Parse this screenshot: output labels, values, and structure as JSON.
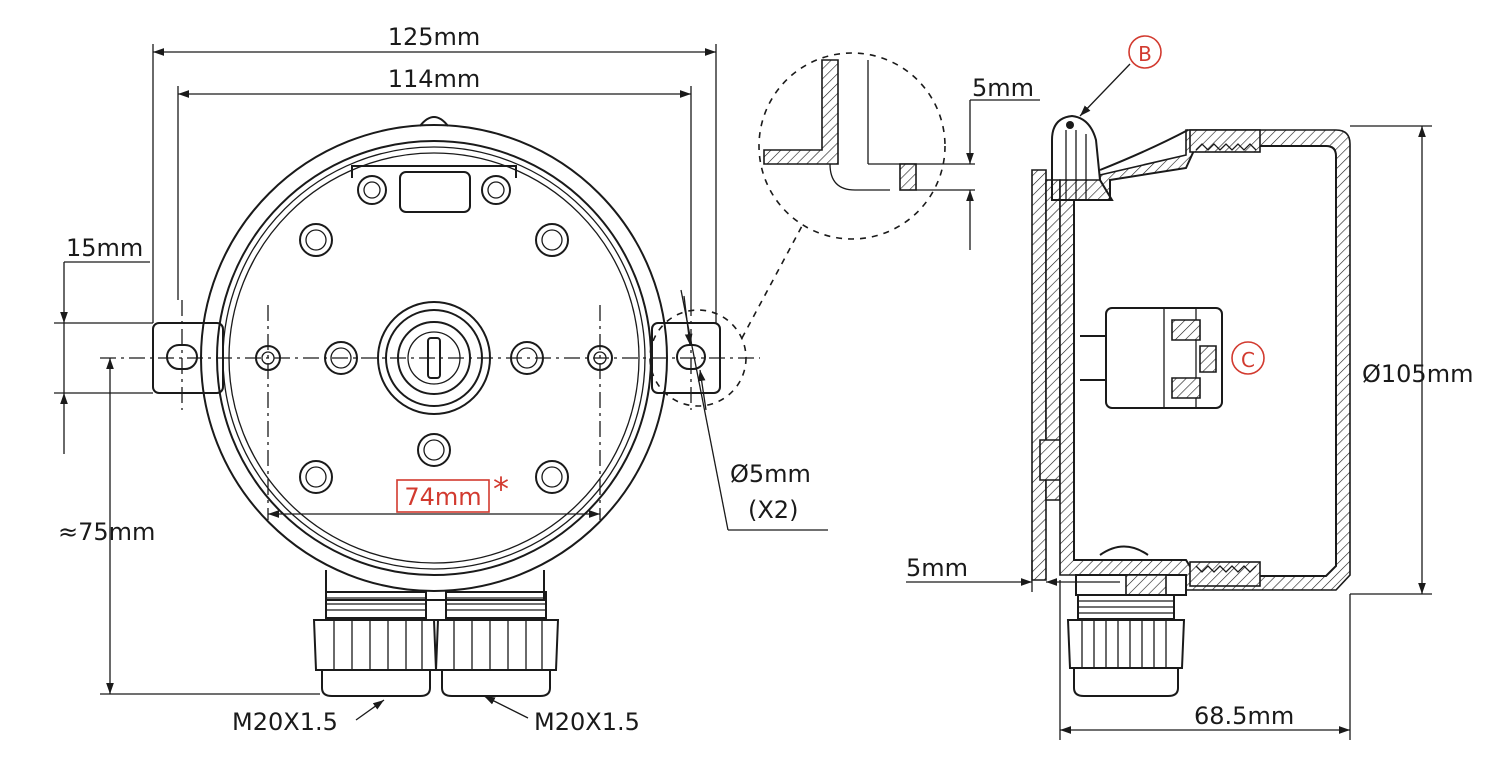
{
  "dimensions": {
    "overall_width": "125mm",
    "hole_spacing": "114mm",
    "tab_height": "15mm",
    "height_approx": "≈75mm",
    "center_spacing": "74mm",
    "center_spacing_marker": "*",
    "hole_diameter": "Ø5mm",
    "hole_count": "(X2)",
    "detail_wall": "5mm",
    "side_wall": "5mm",
    "side_diameter": "Ø105mm",
    "side_depth": "68.5mm",
    "gland_left": "M20X1.5",
    "gland_right": "M20X1.5"
  },
  "callouts": {
    "b": "B",
    "c": "C"
  },
  "colors": {
    "accent": "#d23a2f",
    "line": "#1a1a1a"
  }
}
